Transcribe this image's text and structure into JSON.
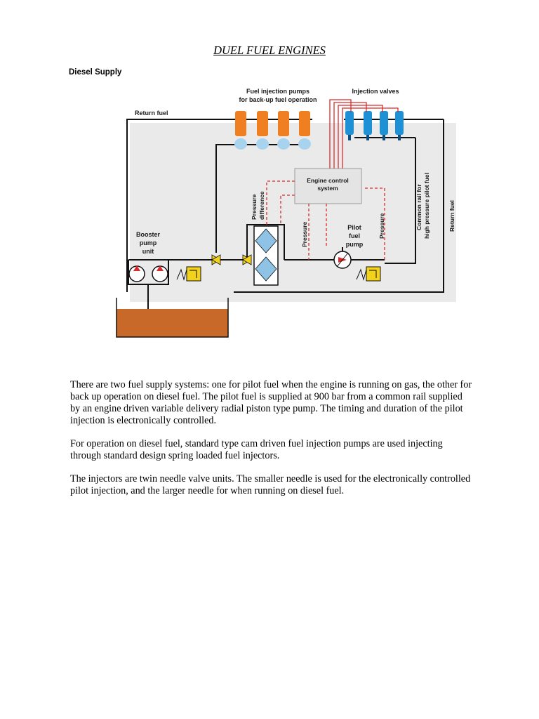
{
  "document": {
    "title": "DUEL FUEL ENGINES",
    "figure_title": "Diesel Supply"
  },
  "diagram": {
    "labels": {
      "fuel_pumps_line1": "Fuel injection pumps",
      "fuel_pumps_line2": "for back-up fuel operation",
      "injection_valves": "Injection valves",
      "return_fuel_top": "Return fuel",
      "engine_control_line1": "Engine control",
      "engine_control_line2": "system",
      "pressure_diff_line1": "Pressure",
      "pressure_diff_line2": "difference",
      "booster_line1": "Booster",
      "booster_line2": "pump",
      "booster_line3": "unit",
      "pressure_left": "Pressure",
      "pilot_line1": "Pilot",
      "pilot_line2": "fuel",
      "pilot_line3": "pump",
      "pressure_right": "Pressure",
      "common_rail_line1": "Common rail for",
      "common_rail_line2": "high pressure pilot fuel",
      "return_fuel_right": "Return fuel"
    },
    "colors": {
      "pump_orange": "#f07f22",
      "valve_blue": "#1e90d6",
      "control_red": "#d92b2b",
      "tank_fuel": "#c8692a",
      "filter_blue": "#8ec3e6",
      "valve_yellow": "#f2d21b"
    }
  },
  "paragraphs": [
    "There are two fuel supply systems: one for pilot fuel when the engine is running on gas, the other for back up operation on diesel fuel. The pilot fuel is supplied at 900 bar from a common rail supplied by an engine driven variable delivery radial piston type pump. The timing and duration of the pilot injection is electronically controlled.",
    "For operation  on diesel fuel, standard type cam driven fuel injection pumps are used injecting through standard design spring loaded fuel injectors.",
    "The injectors are twin needle valve units. The smaller needle is used for the electronically controlled pilot injection, and the larger needle for when running on diesel fuel."
  ]
}
